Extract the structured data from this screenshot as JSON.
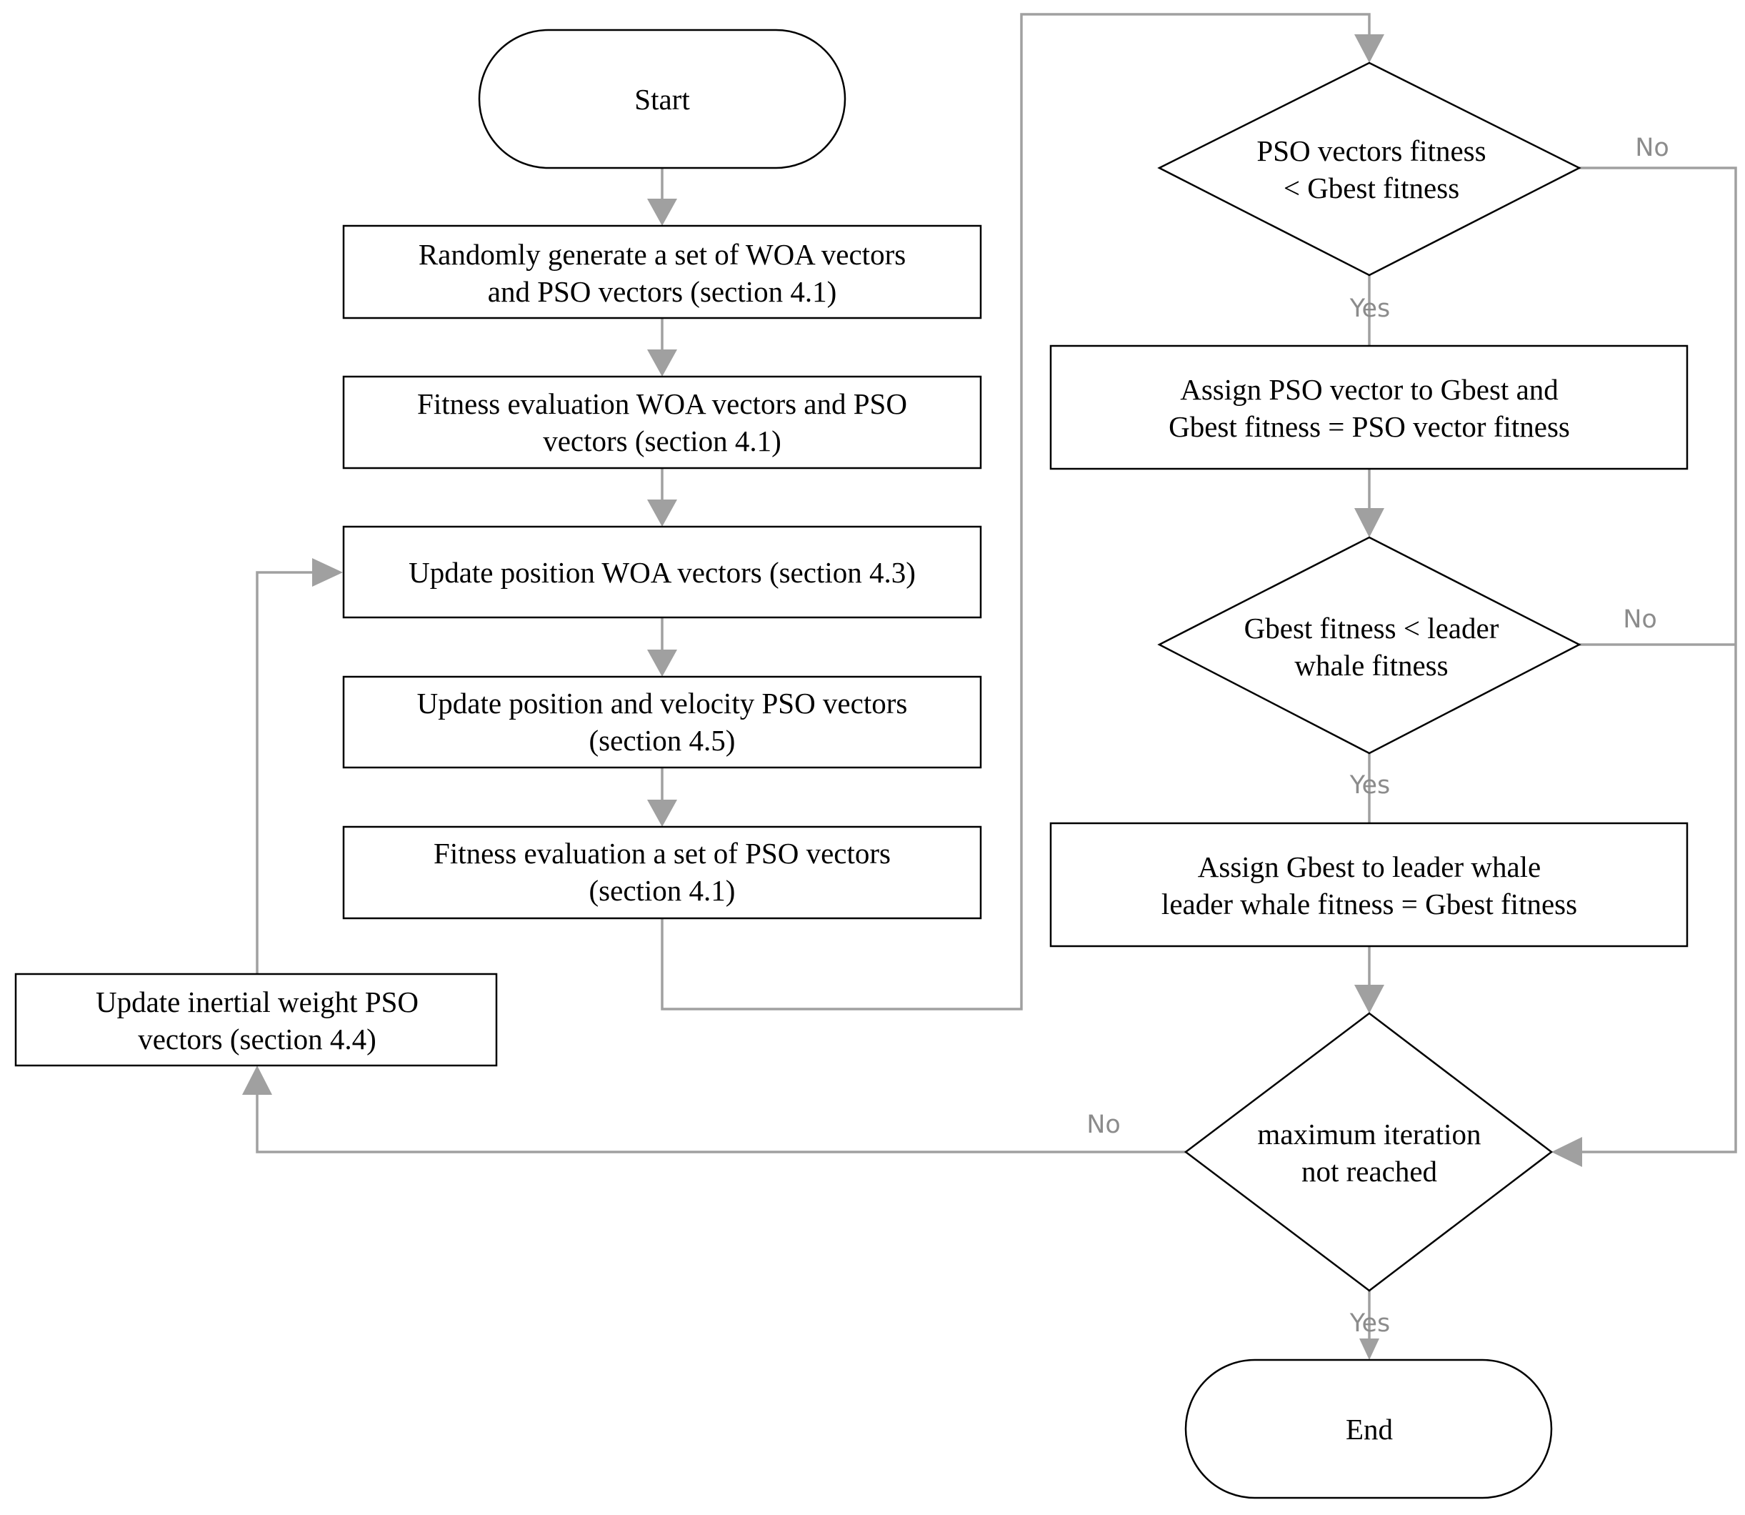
{
  "nodes": {
    "start": {
      "lines": [
        "Start"
      ]
    },
    "generate": {
      "lines": [
        "Randomly generate a set of WOA vectors",
        "and PSO vectors (section 4.1)"
      ]
    },
    "fitness_all": {
      "lines": [
        "Fitness evaluation WOA vectors and PSO",
        "vectors (section 4.1)"
      ]
    },
    "update_woa": {
      "lines": [
        "Update position WOA vectors (section 4.3)"
      ]
    },
    "update_pso": {
      "lines": [
        "Update position and velocity PSO vectors",
        "(section 4.5)"
      ]
    },
    "fitness_pso": {
      "lines": [
        "Fitness evaluation a set of PSO vectors",
        "(section 4.1)"
      ]
    },
    "inertial": {
      "lines": [
        "Update inertial weight PSO",
        "vectors  (section 4.4)"
      ]
    },
    "decision_pso": {
      "lines": [
        "PSO vectors  fitness",
        "< Gbest fitness"
      ]
    },
    "assign_gbest": {
      "lines": [
        "Assign PSO vector to Gbest and",
        "Gbest fitness = PSO vector fitness"
      ]
    },
    "decision_gbest": {
      "lines": [
        "Gbest fitness < leader",
        "whale fitness"
      ]
    },
    "assign_leader": {
      "lines": [
        "Assign Gbest to leader whale",
        "leader whale fitness = Gbest fitness"
      ]
    },
    "decision_iter": {
      "lines": [
        "maximum iteration",
        "not reached"
      ]
    },
    "end": {
      "lines": [
        "End"
      ]
    }
  },
  "edge_labels": {
    "pso_no": "No",
    "pso_yes": "Yes",
    "gbest_no": "No",
    "gbest_yes": "Yes",
    "iter_no": "No",
    "iter_yes": "Yes"
  },
  "colors": {
    "connector": "#a0a0a0",
    "edge_label": "#8c8c8c",
    "shape_stroke": "#000000"
  }
}
